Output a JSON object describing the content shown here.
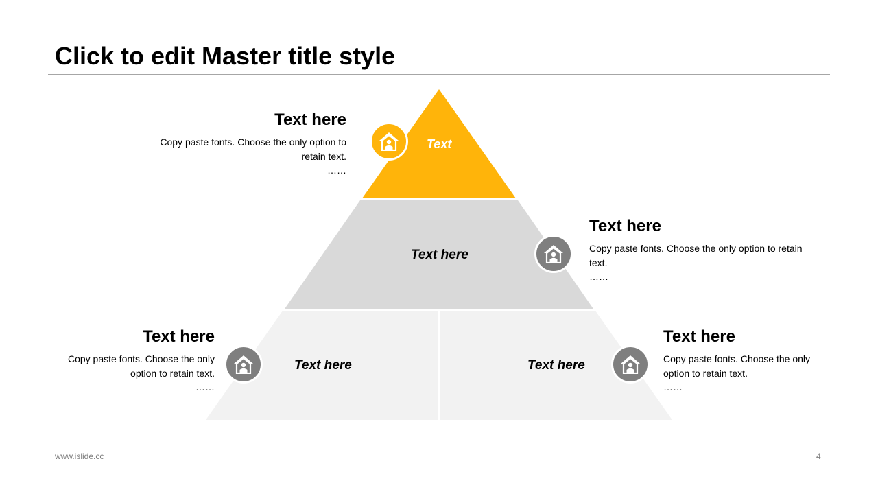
{
  "title": "Click to edit Master title style",
  "colors": {
    "accent": "#FFB40A",
    "tier_middle": "#D9D9D9",
    "tier_bottom": "#F2F2F2",
    "icon_gray": "#7F7F7F",
    "rule": "#A6A6A6"
  },
  "pyramid": {
    "top_label": "Text",
    "middle_label": "Text here",
    "bottom_left_label": "Text here",
    "bottom_right_label": "Text here"
  },
  "blocks": {
    "top": {
      "heading": "Text here",
      "body": "Copy paste fonts. Choose the only option to retain text.",
      "dots": "……",
      "icon": "home-person-icon"
    },
    "middle": {
      "heading": "Text here",
      "body": "Copy paste fonts. Choose the only option to retain text.",
      "dots": "……",
      "icon": "home-person-icon"
    },
    "bottom_left": {
      "heading": "Text here",
      "body": "Copy paste fonts. Choose the only option to retain text.",
      "dots": "……",
      "icon": "home-person-icon"
    },
    "bottom_right": {
      "heading": "Text here",
      "body": "Copy paste fonts. Choose the only option to retain text.",
      "dots": "……",
      "icon": "home-person-icon"
    }
  },
  "footer": {
    "url": "www.islide.cc",
    "page_number": "4"
  }
}
